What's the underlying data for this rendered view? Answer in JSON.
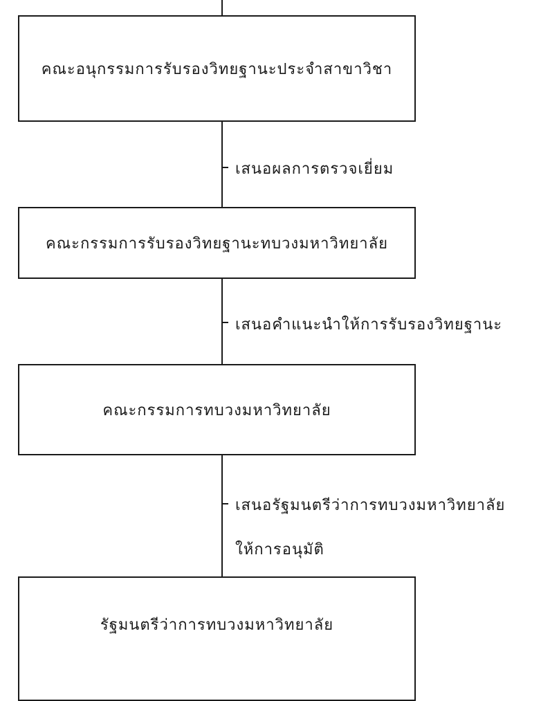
{
  "boxes": [
    {
      "label": "คณะอนุกรรมการรับรองวิทยฐานะประจำสาขาวิชา"
    },
    {
      "label": "คณะกรรมการรับรองวิทยฐานะทบวงมหาวิทยาลัย"
    },
    {
      "label": "คณะกรรมการทบวงมหาวิทยาลัย"
    },
    {
      "label": "รัฐมนตรีว่าการทบวงมหาวิทยาลัย"
    }
  ],
  "connectors": [
    {
      "label": "เสนอผลการตรวจเยี่ยม"
    },
    {
      "label": "เสนอคำแนะนำให้การรับรองวิทยฐานะ"
    },
    {
      "label": "เสนอรัฐมนตรีว่าการทบวงมหาวิทยาลัย",
      "label_line2": "ให้การอนุมัติ"
    }
  ]
}
